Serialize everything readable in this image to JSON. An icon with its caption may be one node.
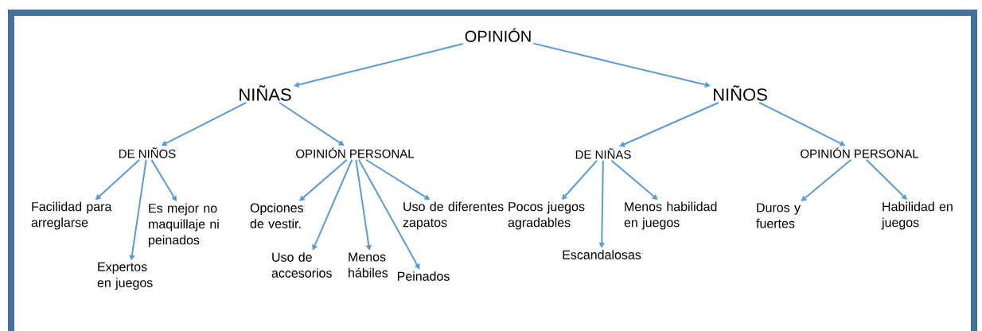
{
  "diagram": {
    "nodes": [
      {
        "text": [
          "OPINIÓN"
        ]
      },
      {
        "text": [
          "NIÑAS"
        ]
      },
      {
        "text": [
          "NIÑOS"
        ]
      },
      {
        "text": [
          "DE NIÑOS"
        ]
      },
      {
        "text": [
          "OPINIÓN PERSONAL"
        ]
      },
      {
        "text": [
          "DE NIÑAS"
        ]
      },
      {
        "text": [
          "OPINIÓN PERSONAL"
        ]
      },
      {
        "text": [
          "Facilidad para arreglarse"
        ]
      },
      {
        "text": [
          "Es mejor no maquillaje ni peinados"
        ]
      },
      {
        "text": [
          "Expertos en juegos"
        ]
      },
      {
        "text": [
          "Opciones de vestir."
        ]
      },
      {
        "text": [
          "Uso de diferentes zapatos"
        ]
      },
      {
        "text": [
          "Uso de accesorios"
        ]
      },
      {
        "text": [
          "Menos hábiles"
        ]
      },
      {
        "text": [
          "Peinados"
        ]
      },
      {
        "text": [
          "Pocos juegos agradables"
        ]
      },
      {
        "text": [
          "Menos habilidad en juegos"
        ]
      },
      {
        "text": [
          "Escandalosas"
        ]
      },
      {
        "text": [
          "Duros y fuertes"
        ]
      },
      {
        "text": [
          "Habilidad en juegos"
        ]
      }
    ],
    "edges": [
      {
        "from": 0,
        "to": 1,
        "arrow": "to"
      },
      {
        "from": 0,
        "to": 2,
        "arrow": "to"
      },
      {
        "from": 1,
        "to": 3,
        "arrow": "to"
      },
      {
        "from": 1,
        "to": 4,
        "arrow": "to"
      },
      {
        "from": 2,
        "to": 5,
        "arrow": "to"
      },
      {
        "from": 2,
        "to": 6,
        "arrow": "to"
      },
      {
        "from": 3,
        "to": 7,
        "arrow": "to"
      },
      {
        "from": 3,
        "to": 9,
        "arrow": "to"
      },
      {
        "from": 3,
        "to": 8,
        "arrow": "to"
      },
      {
        "from": 4,
        "to": 10,
        "arrow": "to"
      },
      {
        "from": 4,
        "to": 12,
        "arrow": "to"
      },
      {
        "from": 4,
        "to": 13,
        "arrow": "to"
      },
      {
        "from": 4,
        "to": 14,
        "arrow": "to"
      },
      {
        "from": 4,
        "to": 11,
        "arrow": "to"
      },
      {
        "from": 5,
        "to": 15,
        "arrow": "to"
      },
      {
        "from": 5,
        "to": 17,
        "arrow": "to"
      },
      {
        "from": 5,
        "to": 16,
        "arrow": "to"
      },
      {
        "from": 6,
        "to": 18,
        "arrow": "to"
      },
      {
        "from": 6,
        "to": 19,
        "arrow": "to"
      }
    ]
  }
}
